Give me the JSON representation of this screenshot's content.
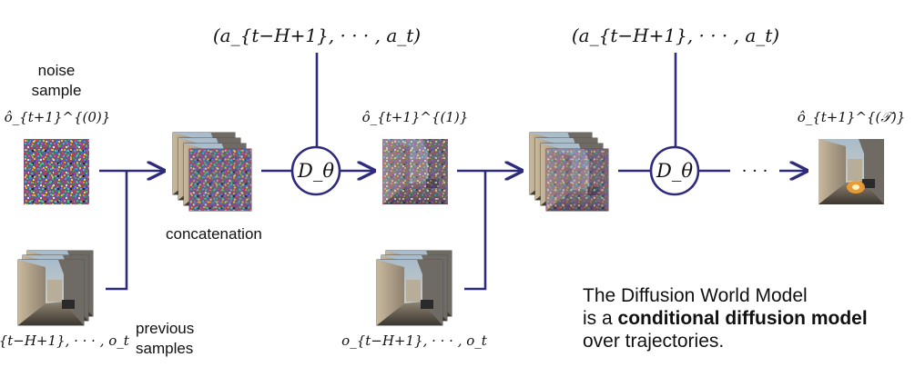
{
  "labels": {
    "noise_sample": [
      "noise",
      "sample"
    ],
    "concatenation": "concatenation",
    "previous_samples": [
      "previous",
      "samples"
    ],
    "ellipsis": "· · ·"
  },
  "math": {
    "action_seq": "(a_{t−H+1}, · · · , a_t)",
    "obs_seq": "o_{t−H+1}, · · · , o_t",
    "denoiser": "D_θ",
    "o_hat_0": "ô_{t+1}^{(0)}",
    "o_hat_1": "ô_{t+1}^{(1)}",
    "o_hat_T": "ô_{t+1}^{(𝒯)}"
  },
  "caption": {
    "line1": "The Diffusion World Model",
    "line2_prefix": "is a ",
    "line2_bold": "conditional diffusion model",
    "line3": "over trajectories."
  },
  "colors": {
    "arrow": "#2e2a7c",
    "frame_border": "#555555",
    "text": "#111111"
  }
}
